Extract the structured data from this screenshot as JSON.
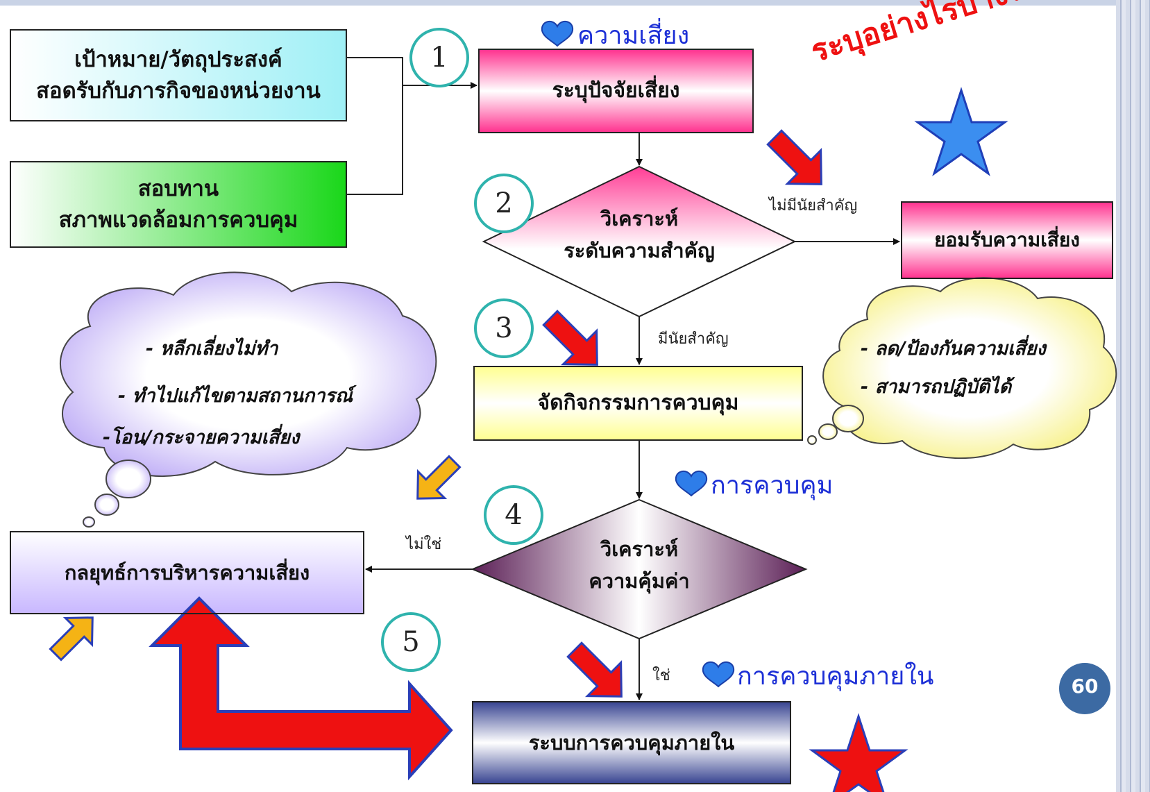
{
  "boxes": {
    "objective": [
      "เป้าหมาย/วัตถุประสงค์",
      "สอดรับกับภารกิจของหน่วยงาน"
    ],
    "review": [
      "สอบทาน",
      "สภาพแวดล้อมการควบคุม"
    ],
    "identify": "ระบุปัจจัยเสี่ยง",
    "analyze": [
      "วิเคราะห์",
      "ระดับความสำคัญ"
    ],
    "accept": "ยอมรับความเสี่ยง",
    "control_activity": "จัดกิจกรรมการควบคุม",
    "value": [
      "วิเคราะห์",
      "ความคุ้มค่า"
    ],
    "strategy": "กลยุทธ์การบริหารความเสี่ยง",
    "internal_control": "ระบบการควบคุมภายใน"
  },
  "flow_labels": {
    "not_significant": "ไม่มีนัยสำคัญ",
    "significant": "มีนัยสำคัญ",
    "no": "ไม่ใช่",
    "yes": "ใช่"
  },
  "annotations": {
    "risk": "ความเสี่ยง",
    "control": "การควบคุม",
    "internal_control": "การควบคุมภายใน",
    "identify_how": "ระบุอย่างไรบ้าง?"
  },
  "step_numbers": [
    "1",
    "2",
    "3",
    "4",
    "5"
  ],
  "cloud_left": [
    "- หลีกเลี่ยงไม่ทำ",
    "- ทำไปแก้ไขตามสถานการณ์",
    "-โอน/กระจายความเสี่ยง"
  ],
  "cloud_right": [
    "- ลด/ป้องกันความเสี่ยง",
    "- สามารถปฏิบัติได้"
  ],
  "page_number": "60"
}
